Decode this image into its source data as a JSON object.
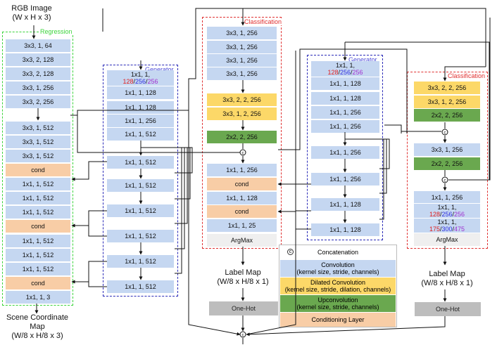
{
  "input": {
    "title": "RGB Image",
    "dims": "(W x H x 3)"
  },
  "regression": {
    "title": "Regression",
    "blocks": [
      "3x3, 1, 64",
      "3x3, 2, 128",
      "3x3, 2, 128",
      "3x3, 1, 256",
      "3x3, 2, 256",
      "3x3, 1, 512",
      "3x3, 1, 512",
      "3x3, 1, 512",
      "cond",
      "1x1, 1, 512",
      "1x1, 1, 512",
      "1x1, 1, 512",
      "cond",
      "1x1, 1, 512",
      "1x1, 1, 512",
      "1x1, 1, 512",
      "cond",
      "1x1, 1, 3"
    ]
  },
  "generator1": {
    "title": "Generator",
    "first_prefix": "1x1, 1,",
    "first_channels": [
      "128",
      "256",
      "256"
    ],
    "blocks": [
      "1x1, 1, 128",
      "1x1, 1, 128",
      "1x1, 1, 256",
      "1x1, 1, 512",
      "1x1, 1, 512",
      "1x1, 1, 512",
      "1x1, 1, 512",
      "1x1, 1, 512",
      "1x1, 1, 512",
      "1x1, 1, 512"
    ]
  },
  "classification1": {
    "title": "Classification",
    "blocks": [
      "3x3, 1, 256",
      "3x3, 1, 256",
      "3x3, 1, 256",
      "3x3, 1, 256",
      "3x3, 2, 2, 256",
      "3x3, 1, 2, 256",
      "2x2, 2, 256",
      "1x1, 1, 256",
      "cond",
      "1x1, 1, 128",
      "cond",
      "1x1, 1, 25",
      "ArgMax"
    ]
  },
  "generator2": {
    "title": "Generator",
    "first_prefix": "1x1, 1,",
    "first_channels": [
      "128",
      "256",
      "256"
    ],
    "blocks": [
      "1x1, 1, 128",
      "1x1, 1, 128",
      "1x1, 1, 256",
      "1x1, 1, 256",
      "1x1, 1, 256",
      "1x1, 1, 256",
      "1x1, 1, 128",
      "1x1, 1, 128"
    ]
  },
  "classification2": {
    "title": "Classification",
    "blocks": [
      "3x3, 2, 2, 256",
      "3x3, 1, 2, 256",
      "2x2, 2, 256",
      "3x3, 1, 256",
      "2x2, 2, 256",
      "1x1, 1, 256",
      "ArgMax"
    ],
    "multi_prefix": "1x1, 1,",
    "multi1": [
      "128",
      "256",
      "256"
    ],
    "multi2": [
      "175",
      "300",
      "475"
    ]
  },
  "outputs": {
    "scene": [
      "Scene Coordinate",
      "Map",
      "(W/8 x H/8 x 3)"
    ],
    "label1": [
      "Label  Map",
      "(W/8 x H/8 x 1)"
    ],
    "label2": [
      "Label Map",
      "(W/8 x H/8 x 1)"
    ],
    "onehot": "One-Hot",
    "concat_symbol": "c"
  },
  "legend": {
    "concatenation": "Concatenation",
    "convolution": [
      "Convolution",
      "(kernel size, stride, channels)"
    ],
    "dilated": [
      "Dilated Convolution",
      "(kernel size, stride, dilation, channels)"
    ],
    "upconv": [
      "Upconvolution",
      "(kernel size, stride, channels)"
    ],
    "conditioning": "Conditioning Layer"
  },
  "colors": {
    "convolution": "#c5d7f1",
    "conditioning": "#f8cda6",
    "dilated": "#fcd868",
    "upconvolution": "#6aa84f",
    "regression_frame": "#3bd43b",
    "generator_frame": "#2a2ab8",
    "classification_frame": "#e03030"
  }
}
